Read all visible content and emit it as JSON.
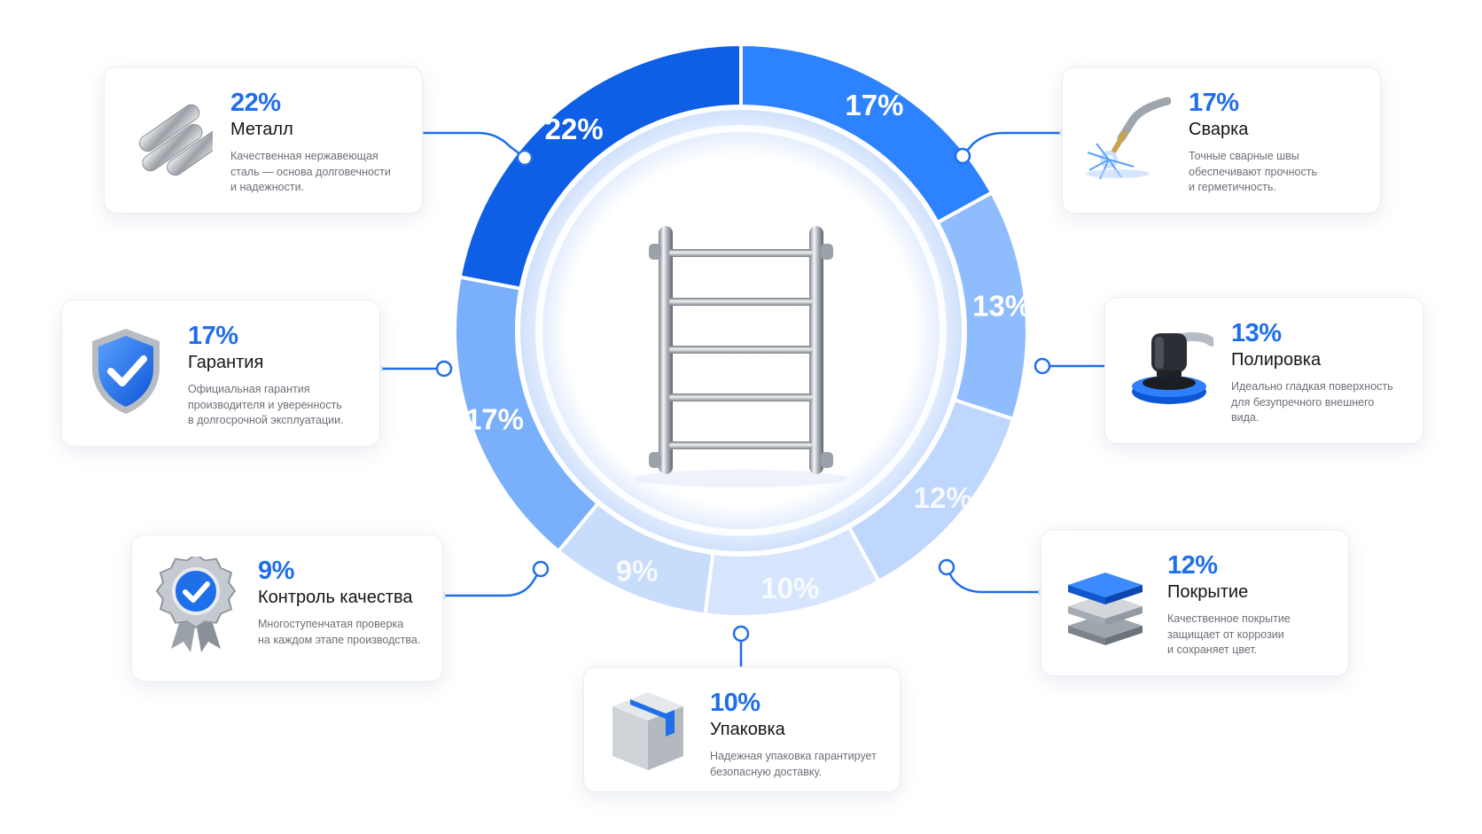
{
  "chart_data": {
    "type": "pie",
    "segments": [
      {
        "key": "svarka",
        "label": "17%",
        "value": 17,
        "color": "#2d82ff"
      },
      {
        "key": "polirovka",
        "label": "13%",
        "value": 13,
        "color": "#8fbcfd"
      },
      {
        "key": "pokrytie",
        "label": "12%",
        "value": 12,
        "color": "#bfd7fd"
      },
      {
        "key": "upakovka",
        "label": "10%",
        "value": 10,
        "color": "#d6e5fd"
      },
      {
        "key": "kontrol",
        "label": "9%",
        "value": 9,
        "color": "#c8dcfc"
      },
      {
        "key": "garantia",
        "label": "17%",
        "value": 17,
        "color": "#7aaffb"
      },
      {
        "key": "metall",
        "label": "22%",
        "value": 22,
        "color": "#0e5ee6"
      }
    ]
  },
  "cards": {
    "metall": {
      "pct": "22%",
      "name": "Металл",
      "desc": "Качественная нержавеющая\nсталь — основа долговечности\nи надежности.",
      "icon": "steel-bars-icon"
    },
    "svarka": {
      "pct": "17%",
      "name": "Сварка",
      "desc": "Точные сварные швы\nобеспечивают прочность\nи герметичность.",
      "icon": "welding-torch-icon"
    },
    "garantia": {
      "pct": "17%",
      "name": "Гарантия",
      "desc": "Официальная гарантия\nпроизводителя и уверенность\nв долгосрочной эксплуатации.",
      "icon": "shield-check-icon"
    },
    "polirovka": {
      "pct": "13%",
      "name": "Полировка",
      "desc": "Идеально гладкая поверхность\nдля безупречного внешнего\nвида.",
      "icon": "polisher-icon"
    },
    "kontrol": {
      "pct": "9%",
      "name": "Контроль качества",
      "desc": "Многоступенчатая проверка\nна каждом этапе производства.",
      "icon": "quality-badge-icon"
    },
    "pokrytie": {
      "pct": "12%",
      "name": "Покрытие",
      "desc": "Качественное покрытие\nзащищает от коррозии\nи сохраняет цвет.",
      "icon": "layers-icon"
    },
    "upakovka": {
      "pct": "10%",
      "name": "Упаковка",
      "desc": "Надежная упаковка гарантирует\nбезопасную доставку.",
      "icon": "box-icon"
    }
  },
  "center": {
    "icon": "towel-rail-icon"
  },
  "colors": {
    "accent": "#1f6fea",
    "connector": "#1f6fea"
  }
}
